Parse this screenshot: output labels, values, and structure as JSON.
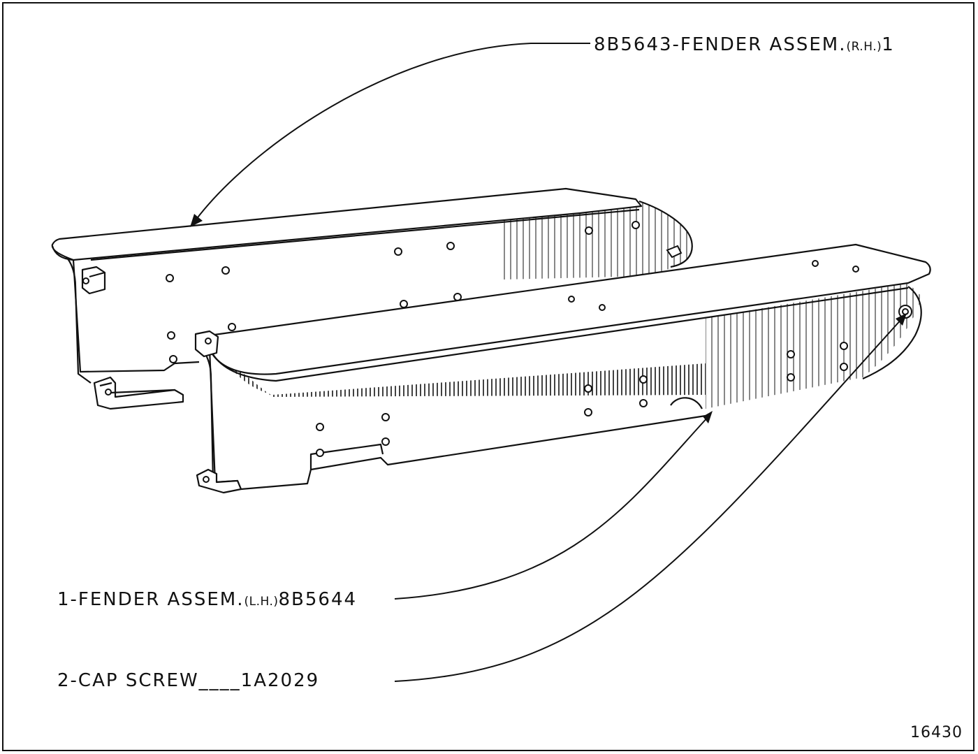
{
  "callouts": {
    "rh_fender": {
      "part_no": "8B5643",
      "text": "-FENDER ASSEM.",
      "side": "(R.H.)",
      "qty": "1"
    },
    "lh_fender": {
      "qty": "1",
      "text": "-FENDER ASSEM.",
      "side": "(L.H.)",
      "part_no": "8B5644"
    },
    "cap_screw": {
      "qty": "2",
      "text": "-CAP SCREW____",
      "part_no": "1A2029"
    }
  },
  "figure_number": "16430",
  "colors": {
    "ink": "#111111",
    "paper": "#ffffff"
  }
}
